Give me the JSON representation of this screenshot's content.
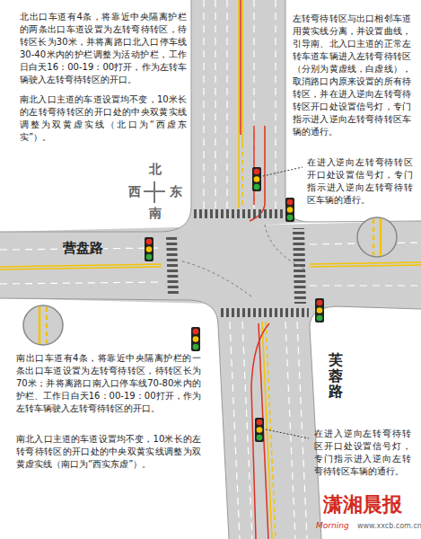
{
  "diagram": {
    "labels": [
      "北出口车道有4条，将靠近中央隔离护栏的两条出口车道设置为左转弯待转区，待转区长为30米，并将离路口北入口停车线30-40米内的护栏调整为活动护栏，工作日白天16：00-19：00打开，作为左转车辆驶入左转弯待转区的开口。",
      "南北入口主道的车道设置均不变，10米长的左转弯待转区的开口处的中央双黄实线调整为双黄虚实线（北口为“西虚东实”）。",
      "左转弯待转区与出口相邻车道用黄实线分离，并设置曲线，引导南、北入口主道的正常左转车道车辆进入左转弯待转区（分别为黄虚线，白虚线），取消路口内原来设置的所有待转区，并在进入逆向左转弯待转区开口处设置信号灯，专门指示进入逆向左转弯待转区车辆的通行。",
      "北",
      "西",
      "东",
      "南",
      "营盘路",
      "在进入逆向左转弯待转区开口处设置信号灯，专门指示进入逆向左转弯待转区车辆的通行。",
      "芙蓉路",
      "南出口车道有4条，将靠近中央隔离护栏的一条出口车道设置为左转弯待转区，待转区长为70米；并将离路口南入口停车线70-80米内的护栏、工作日白天16：00-19：00打开，作为左转车辆驶入左转弯待转区的开口。",
      "南北入口主道的车道设置均不变，10米长的左转弯待转区的开口处的中央双黄实线调整为双黄虚实线（南口为“西实东虚”）。",
      "在进入逆向左转弯待转区开口处设置信号灯，专门指示进入逆向左转弯待转区车辆的通行。",
      "潇湘晨报",
      "Morning",
      "www.xxcb.com.cn"
    ]
  }
}
